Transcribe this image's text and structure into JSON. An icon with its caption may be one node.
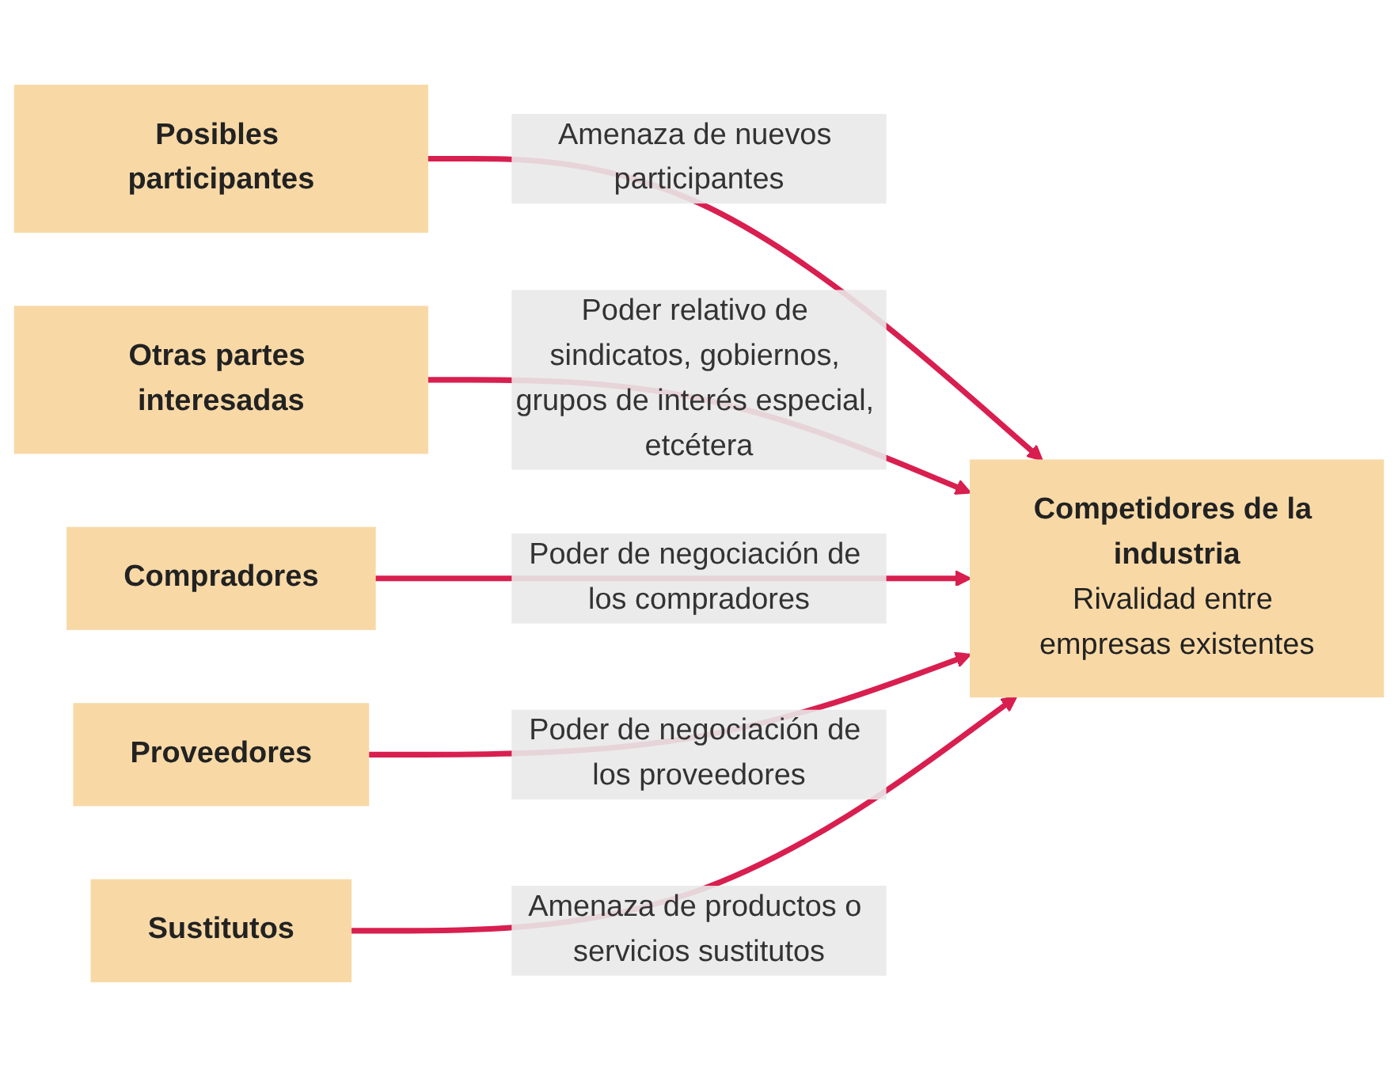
{
  "diagram": {
    "nodes": [
      {
        "text": [
          "Posibles participantes"
        ]
      },
      {
        "text": [
          "Otras partes interesadas"
        ]
      },
      {
        "text": [
          "Competidores de la industria",
          "Rivalidad entre empresas existentes"
        ]
      },
      {
        "text": [
          "Compradores"
        ]
      },
      {
        "text": [
          "Proveedores"
        ]
      },
      {
        "text": [
          "Sustitutos"
        ]
      }
    ],
    "edges": [
      {
        "from": 0,
        "to": 2,
        "arrow": "to",
        "label": "Amenaza de nuevos participantes"
      },
      {
        "from": 1,
        "to": 2,
        "arrow": "to",
        "label": "Poder relativo de sindicatos, gobiernos, grupos de interés especial, etcétera"
      },
      {
        "from": 3,
        "to": 2,
        "arrow": "to",
        "label": "Poder de negociación de los compradores"
      },
      {
        "from": 4,
        "to": 2,
        "arrow": "to",
        "label": "Poder de negociación de los proveedores"
      },
      {
        "from": 5,
        "to": 2,
        "arrow": "to",
        "label": "Amenaza de productos o servicios sustitutos"
      }
    ]
  }
}
